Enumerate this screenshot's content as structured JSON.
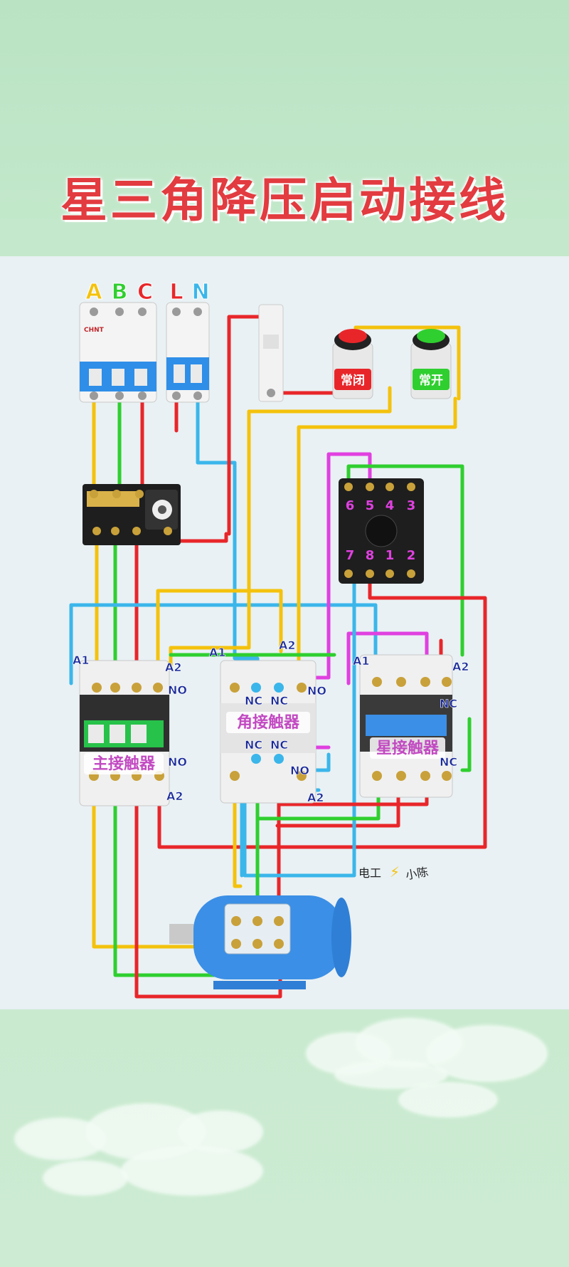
{
  "title": "星三角降压启动接线",
  "supply_labels": {
    "A": "A",
    "B": "B",
    "C": "C",
    "L": "L",
    "N": "N"
  },
  "brand": "CHNT",
  "buttons": {
    "stop": "常闭",
    "start": "常开"
  },
  "relay_pins": {
    "p6": "6",
    "p5": "5",
    "p4": "4",
    "p3": "3",
    "p7": "7",
    "p8": "8",
    "p1": "1",
    "p2": "2"
  },
  "terminals": {
    "A1": "A1",
    "A2": "A2",
    "NO": "NO",
    "NC": "NC"
  },
  "contactors": {
    "main": "主接触器",
    "delta": "角接触器",
    "star": "星接触器"
  },
  "watermark": {
    "left": "电工",
    "right": "小陈"
  },
  "colors": {
    "phaseA": "#f4c20d",
    "phaseB": "#2fcf2f",
    "phaseC": "#e8262a",
    "neutral": "#3bb6ea",
    "coil": "#e040e0",
    "title": "#e23b40"
  }
}
